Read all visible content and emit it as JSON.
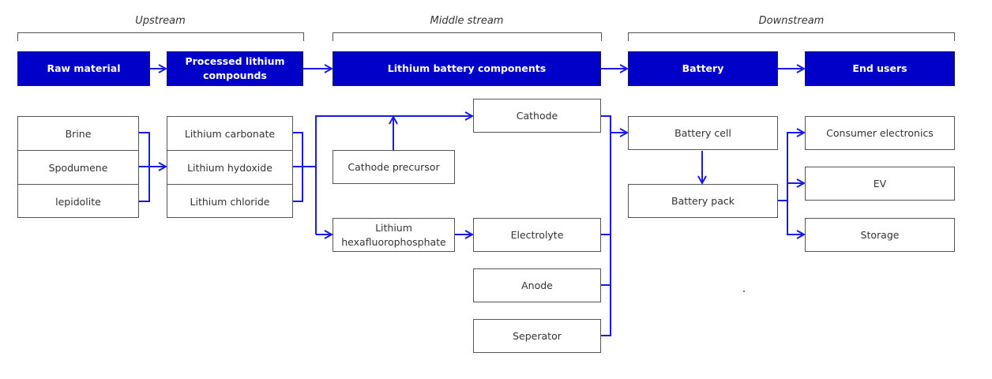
{
  "stages": [
    {
      "id": "upstream",
      "label": "Upstream"
    },
    {
      "id": "middle",
      "label": "Middle stream"
    },
    {
      "id": "downstream",
      "label": "Downstream"
    }
  ],
  "headers": {
    "raw_material": "Raw material",
    "processed_line1": "Processed lithium",
    "processed_line2": "compounds",
    "components": "Lithium battery components",
    "battery": "Battery",
    "end_users": "End users"
  },
  "raw_materials": [
    "Brine",
    "Spodumene",
    "lepidolite"
  ],
  "compounds": [
    "Lithium carbonate",
    "Lithium hydoxide",
    "Lithium  chloride"
  ],
  "intermediates": {
    "cathode_precursor": "Cathode precursor",
    "lipf6_line1": "Lithium",
    "lipf6_line2": "hexafluorophosphate"
  },
  "components": [
    "Cathode",
    "Electrolyte",
    "Anode",
    "Seperator"
  ],
  "battery": {
    "cell": "Battery cell",
    "pack": "Battery pack"
  },
  "end_users": [
    "Consumer electronics",
    "EV",
    "Storage"
  ],
  "colors": {
    "header_fill": "#0000c8",
    "connector": "#1a1ae6",
    "box_border": "#555555",
    "text": "#333333"
  }
}
